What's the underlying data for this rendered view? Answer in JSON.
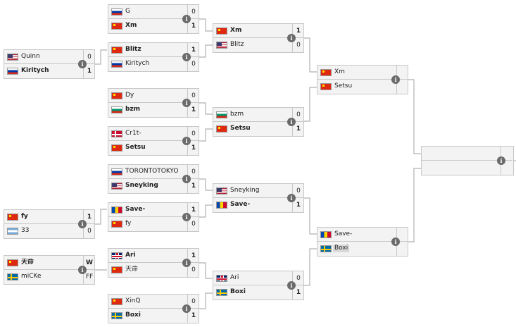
{
  "colors": {
    "line": "#b0b0b0",
    "box_bg": "#f3f3f3",
    "border": "#c8c8c8",
    "info": "#6b6b6b"
  },
  "info_icon": "i",
  "matches": {
    "r1_m1": {
      "p1": {
        "name": "G",
        "flag": "ru",
        "score": "0"
      },
      "p2": {
        "name": "Xm",
        "flag": "cn",
        "score": "1"
      },
      "winner": 2
    },
    "r1_m2": {
      "p1": {
        "name": "Blitz",
        "flag": "cn",
        "score": "1"
      },
      "p2": {
        "name": "Kiritych",
        "flag": "ru",
        "score": "0"
      },
      "winner": 1
    },
    "r1_m3": {
      "p1": {
        "name": "Dy",
        "flag": "cn",
        "score": "0"
      },
      "p2": {
        "name": "bzm",
        "flag": "bg",
        "score": "1"
      },
      "winner": 2
    },
    "r1_m4": {
      "p1": {
        "name": "Cr1t-",
        "flag": "dk",
        "score": "0"
      },
      "p2": {
        "name": "Setsu",
        "flag": "cn",
        "score": "1"
      },
      "winner": 2
    },
    "r1_m5": {
      "p1": {
        "name": "TORONTOTOKYO",
        "flag": "ru",
        "score": "0"
      },
      "p2": {
        "name": "Sneyking",
        "flag": "us",
        "score": "1"
      },
      "winner": 2
    },
    "r1_m6": {
      "p1": {
        "name": "Save-",
        "flag": "md",
        "score": "1"
      },
      "p2": {
        "name": "fy",
        "flag": "cn",
        "score": "0"
      },
      "winner": 1
    },
    "r1_m7": {
      "p1": {
        "name": "Ari",
        "flag": "gb",
        "score": "1"
      },
      "p2": {
        "name": "天命",
        "flag": "cn",
        "score": "0"
      },
      "winner": 1
    },
    "r1_m8": {
      "p1": {
        "name": "XinQ",
        "flag": "cn",
        "score": "0"
      },
      "p2": {
        "name": "Boxi",
        "flag": "se",
        "score": "1"
      },
      "winner": 2
    },
    "q1": {
      "p1": {
        "name": "Quinn",
        "flag": "us",
        "score": "0"
      },
      "p2": {
        "name": "Kiritych",
        "flag": "ru",
        "score": "1"
      },
      "winner": 2
    },
    "q2": {
      "p1": {
        "name": "fy",
        "flag": "cn",
        "score": "1"
      },
      "p2": {
        "name": "33",
        "flag": "ar",
        "score": "0"
      },
      "winner": 1
    },
    "q3": {
      "p1": {
        "name": "天命",
        "flag": "cn",
        "score": "W"
      },
      "p2": {
        "name": "miCKe",
        "flag": "se",
        "score": "FF"
      },
      "winner": 1
    },
    "r2_m1": {
      "p1": {
        "name": "Xm",
        "flag": "cn",
        "score": "1"
      },
      "p2": {
        "name": "Blitz",
        "flag": "us",
        "score": "0"
      },
      "winner": 1
    },
    "r2_m2": {
      "p1": {
        "name": "bzm",
        "flag": "bg",
        "score": "0"
      },
      "p2": {
        "name": "Setsu",
        "flag": "cn",
        "score": "1"
      },
      "winner": 2
    },
    "r2_m3": {
      "p1": {
        "name": "Sneyking",
        "flag": "us",
        "score": "0"
      },
      "p2": {
        "name": "Save-",
        "flag": "md",
        "score": "1"
      },
      "winner": 2
    },
    "r2_m4": {
      "p1": {
        "name": "Ari",
        "flag": "gb",
        "score": "0"
      },
      "p2": {
        "name": "Boxi",
        "flag": "se",
        "score": "1"
      },
      "winner": 2
    },
    "sf_m1": {
      "p1": {
        "name": "Xm",
        "flag": "cn",
        "score": ""
      },
      "p2": {
        "name": "Setsu",
        "flag": "cn",
        "score": ""
      },
      "winner": 0
    },
    "sf_m2": {
      "p1": {
        "name": "Save-",
        "flag": "md",
        "score": ""
      },
      "p2": {
        "name": "Boxi",
        "flag": "se",
        "score": "",
        "highlight": true
      },
      "winner": 0
    },
    "final": {
      "p1": {
        "name": "",
        "flag": "none",
        "score": ""
      },
      "p2": {
        "name": "",
        "flag": "none",
        "score": ""
      },
      "winner": 0
    }
  }
}
